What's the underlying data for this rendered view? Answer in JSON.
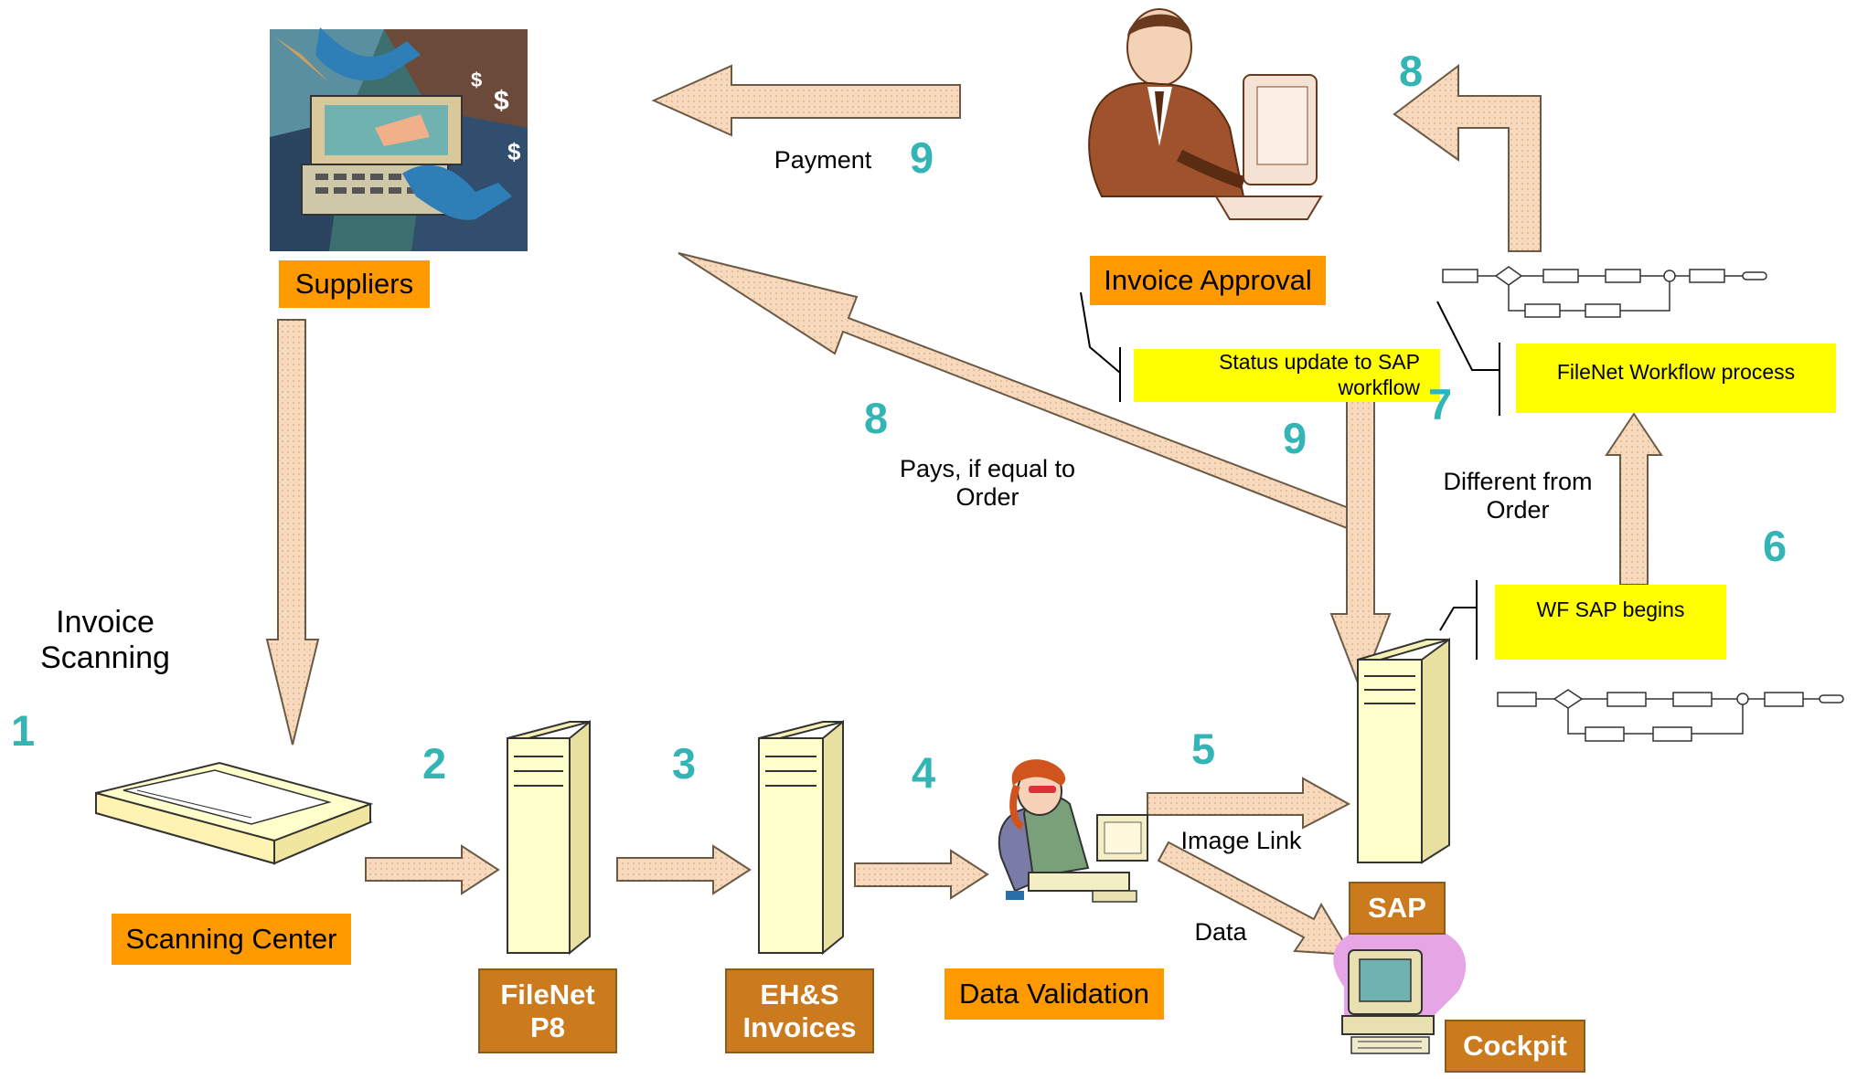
{
  "nodes": {
    "suppliers": "Suppliers",
    "invoice_approval": "Invoice Approval",
    "scanning_center": "Scanning Center",
    "filenet_p8": [
      "FileNet",
      "P8"
    ],
    "ehs_invoices": [
      "EH&S",
      "Invoices"
    ],
    "data_validation": "Data Validation",
    "sap": "SAP",
    "cockpit": "Cockpit"
  },
  "notes": {
    "status_update": [
      "Status update to SAP",
      "workflow"
    ],
    "filenet_workflow": "FileNet Workflow process",
    "wf_sap_begins": "WF SAP begins"
  },
  "labels": {
    "payment": "Payment",
    "pays_if_equal": [
      "Pays, if equal to",
      "Order"
    ],
    "different_from": [
      "Different from",
      "Order"
    ],
    "invoice_scanning": [
      "Invoice",
      "Scanning"
    ],
    "image_link": "Image Link",
    "data": "Data"
  },
  "steps": {
    "s1": "1",
    "s2": "2",
    "s3": "3",
    "s4": "4",
    "s5": "5",
    "s6": "6",
    "s7": "7",
    "s8a": "8",
    "s8b": "8",
    "s9a": "9",
    "s9b": "9"
  },
  "colors": {
    "arrow_fill": "#f7d9bd",
    "arrow_stroke": "#6b5a45",
    "step_number": "#33b5b5",
    "label_orange": "#ff9900",
    "label_brown": "#cc7a1e",
    "note_yellow": "#ffff00",
    "server_fill": "#ffffcc"
  },
  "icons": {
    "suppliers": "suppliers-collage-icon",
    "approver": "businessman-at-computer-icon",
    "scanner": "flatbed-scanner-icon",
    "server": "server-tower-icon",
    "validator": "woman-at-computer-icon",
    "cockpit": "desktop-computer-icon",
    "workflow": "workflow-flowchart-icon"
  }
}
